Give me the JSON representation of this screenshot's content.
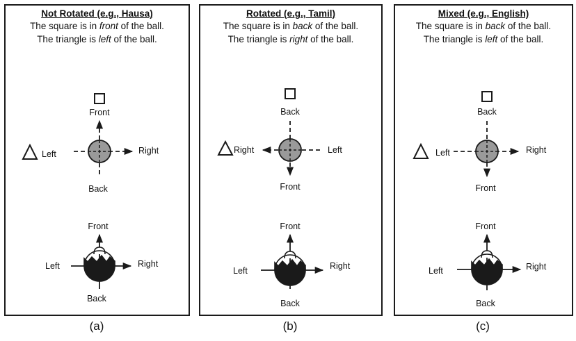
{
  "panels": [
    {
      "id": "a",
      "title": "Not Rotated (e.g., Hausa)",
      "sentence1": {
        "pre": "The square is in ",
        "em": "front",
        "post": " of the ball."
      },
      "sentence2": {
        "pre": "The triangle is ",
        "em": "left",
        "post": " of the ball."
      },
      "ball_labels": {
        "top": "Front",
        "bottom": "Back",
        "left": "Left",
        "right": "Right"
      },
      "observer_labels": {
        "top": "Front",
        "bottom": "Back",
        "left": "Left",
        "right": "Right"
      },
      "caption": "(a)"
    },
    {
      "id": "b",
      "title": "Rotated (e.g., Tamil)",
      "sentence1": {
        "pre": "The square is in ",
        "em": "back",
        "post": " of the ball."
      },
      "sentence2": {
        "pre": "The triangle is ",
        "em": "right",
        "post": " of the ball."
      },
      "ball_labels": {
        "top": "Back",
        "bottom": "Front",
        "left": "Right",
        "right": "Left"
      },
      "observer_labels": {
        "top": "Front",
        "bottom": "Back",
        "left": "Left",
        "right": "Right"
      },
      "caption": "(b)"
    },
    {
      "id": "c",
      "title": "Mixed (e.g., English)",
      "sentence1": {
        "pre": "The square is in ",
        "em": "back",
        "post": " of the ball."
      },
      "sentence2": {
        "pre": "The triangle is ",
        "em": "left",
        "post": " of the ball."
      },
      "ball_labels": {
        "top": "Back",
        "bottom": "Front",
        "left": "Left",
        "right": "Right"
      },
      "observer_labels": {
        "top": "Front",
        "bottom": "Back",
        "left": "Left",
        "right": "Right"
      },
      "caption": "(c)"
    }
  ],
  "colors": {
    "ball": "#9a9a9a",
    "observer": "#1a1a1a",
    "line": "#1a1a1a"
  }
}
